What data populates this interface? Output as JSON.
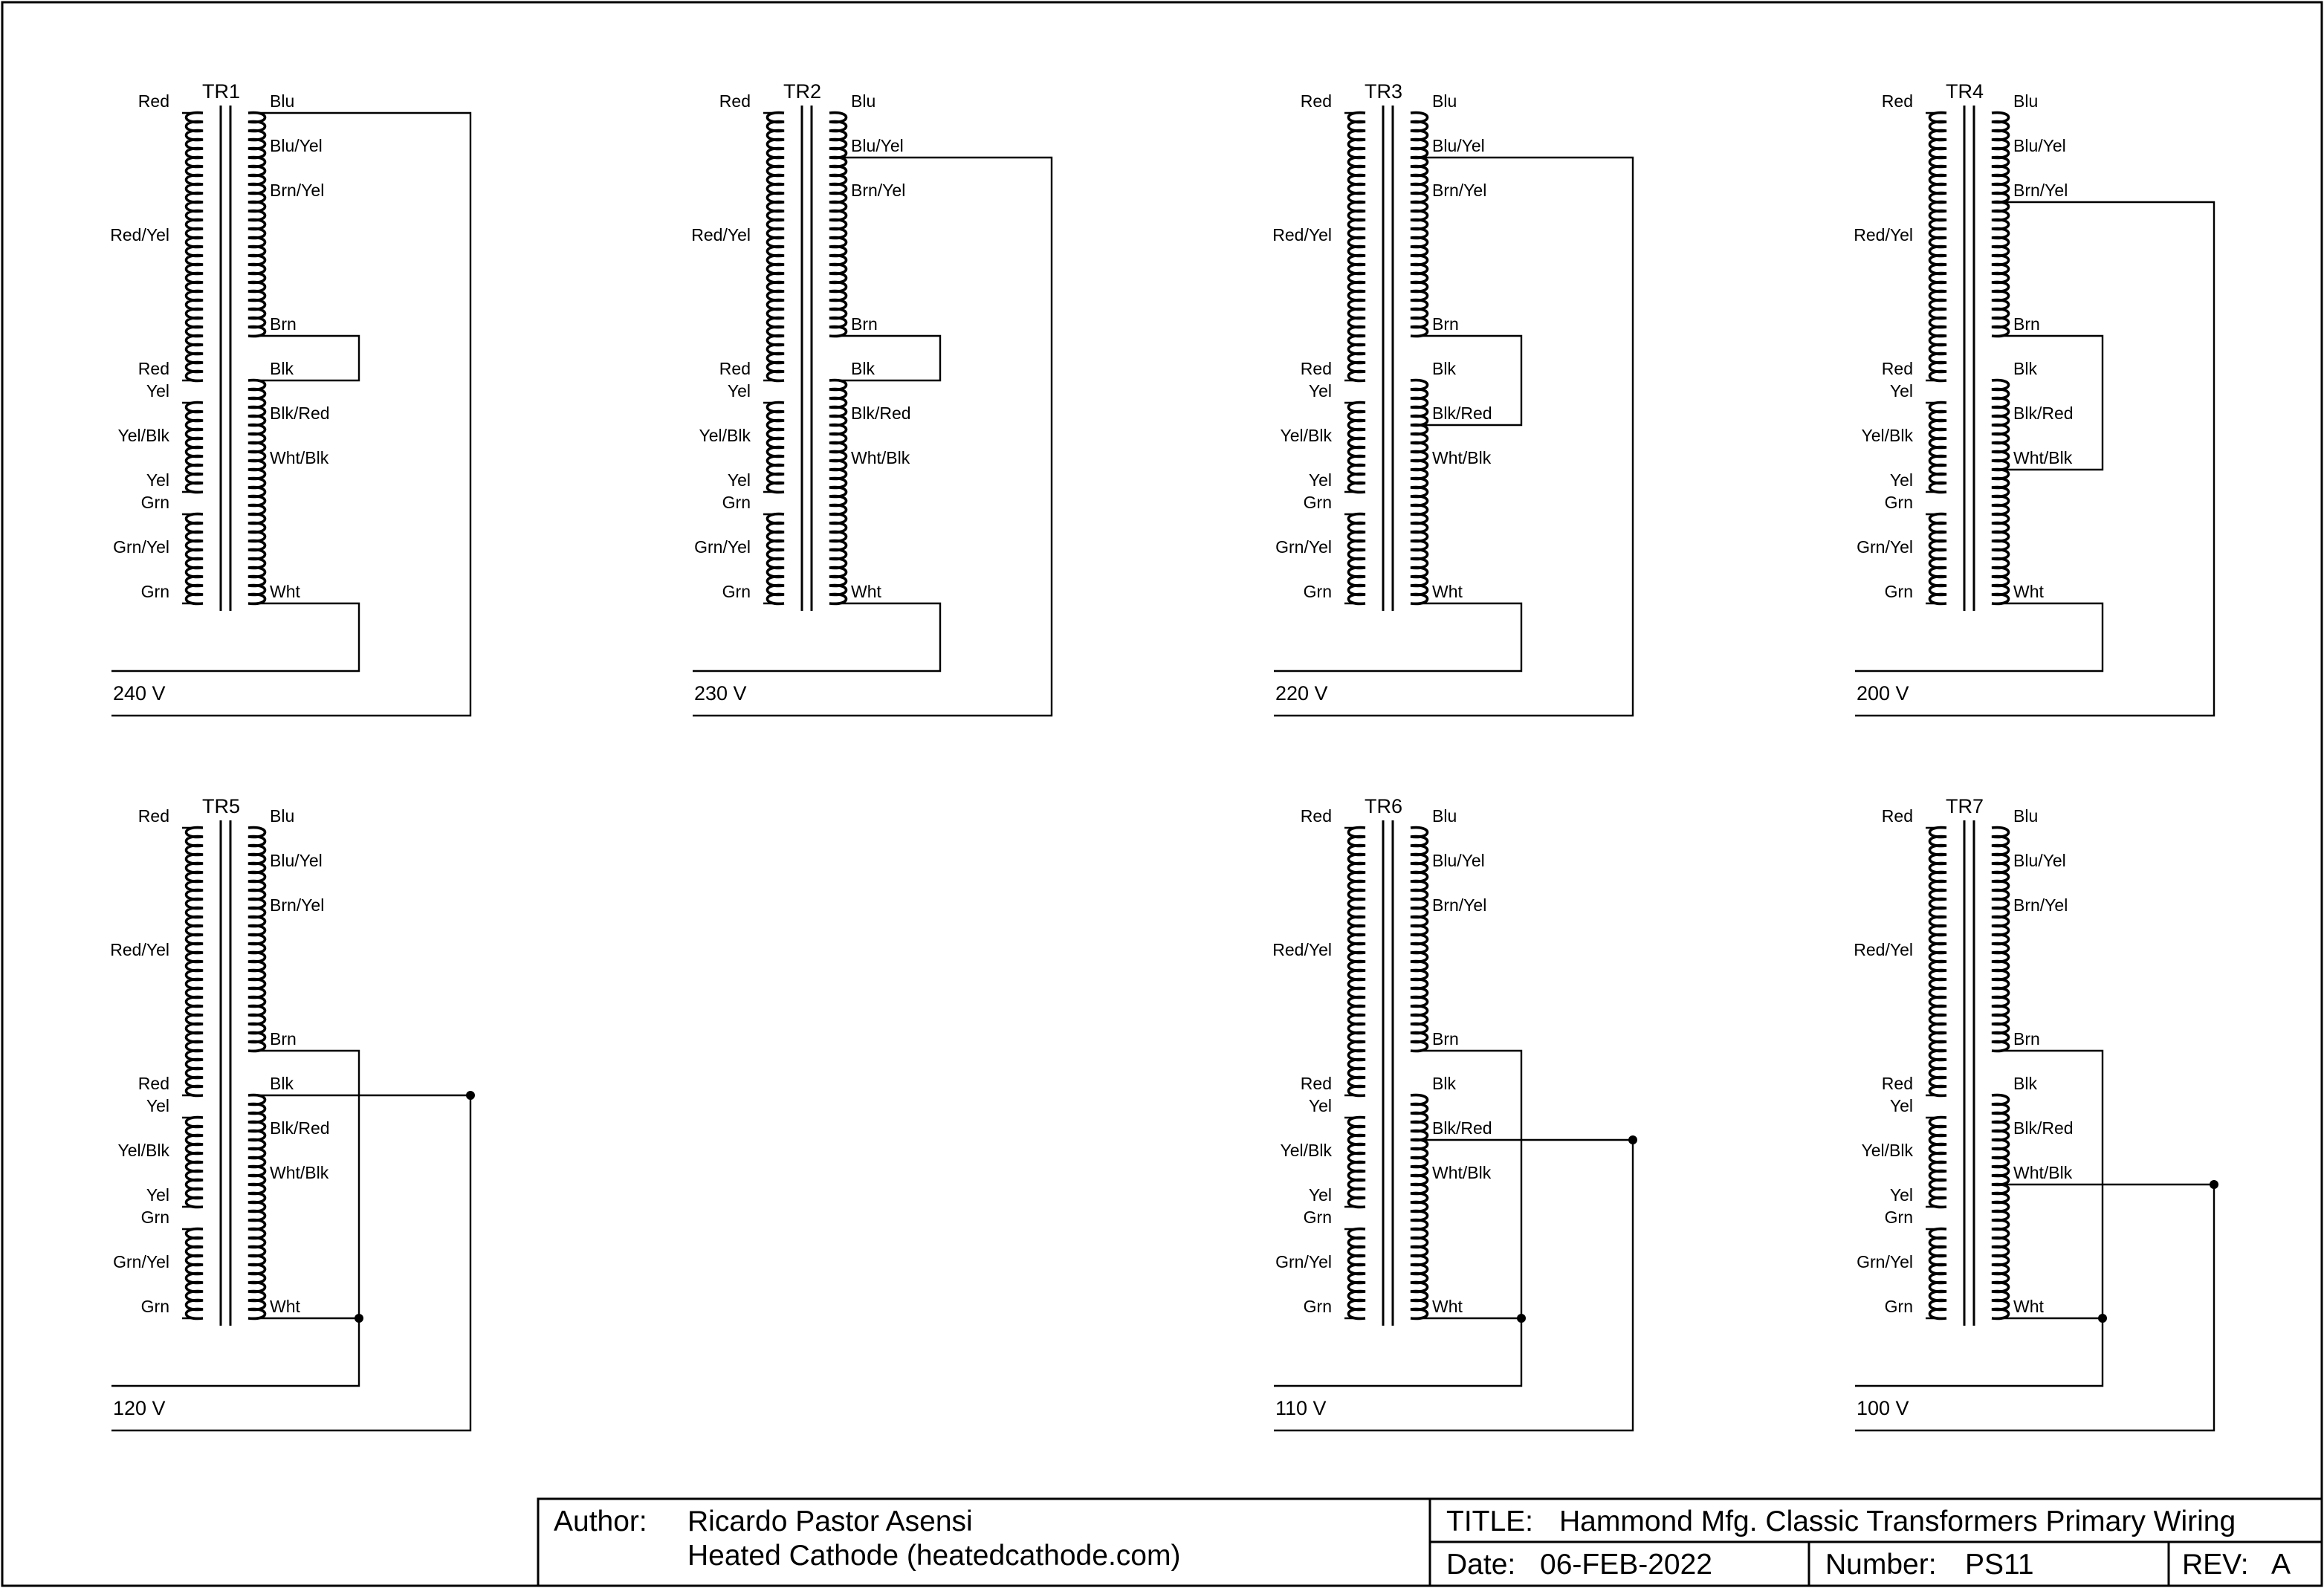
{
  "transformers": [
    {
      "name": "TR1",
      "voltage": "240 V",
      "mode": "A",
      "tap": 0
    },
    {
      "name": "TR2",
      "voltage": "230 V",
      "mode": "A",
      "tap": 1
    },
    {
      "name": "TR3",
      "voltage": "220 V",
      "mode": "B",
      "tap": 1
    },
    {
      "name": "TR4",
      "voltage": "200 V",
      "mode": "C",
      "tap": 2
    },
    {
      "name": "TR5",
      "voltage": "120 V",
      "mode": "D",
      "tap": 4
    },
    {
      "name": "TR6",
      "voltage": "110 V",
      "mode": "D",
      "tap": 5
    },
    {
      "name": "TR7",
      "voltage": "100 V",
      "mode": "D",
      "tap": 6
    }
  ],
  "primary_taps": [
    "Blu",
    "Blu/Yel",
    "Brn/Yel",
    "Brn",
    "Blk",
    "Blk/Red",
    "Wht/Blk",
    "Wht"
  ],
  "secondary_labels": [
    "Red",
    "Red/Yel",
    "Red",
    "Yel",
    "Yel/Blk",
    "Yel",
    "Grn",
    "Grn/Yel",
    "Grn"
  ],
  "title_block": {
    "author_label": "Author:",
    "author_name": "Ricardo Pastor Asensi",
    "author_site": "Heated Cathode (heatedcathode.com)",
    "title_label": "TITLE:",
    "title": "Hammond Mfg. Classic Transformers Primary Wiring",
    "date_label": "Date:",
    "date": "06-FEB-2022",
    "number_label": "Number:",
    "number": "PS11",
    "rev_label": "REV:",
    "rev": "A"
  }
}
